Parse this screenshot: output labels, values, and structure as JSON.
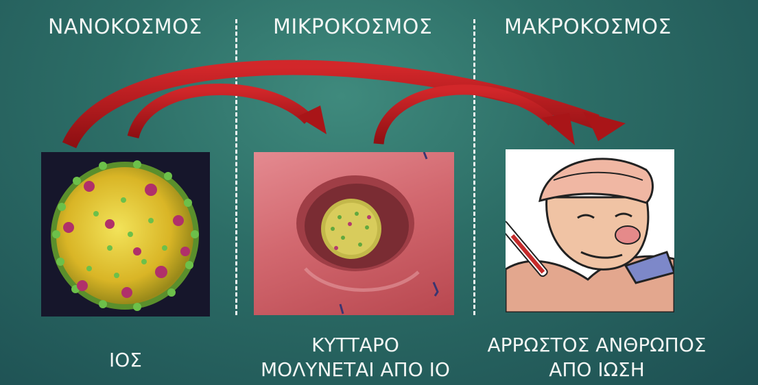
{
  "headers": {
    "nano": "ΝΑΝΟΚΟΣΜΟΣ",
    "micro": "ΜΙΚΡΟΚΟΣΜΟΣ",
    "macro": "ΜΑΚΡΟΚΟΣΜΟΣ"
  },
  "captions": {
    "nano": [
      "ΙΟΣ"
    ],
    "micro": [
      "ΚΥΤΤΑΡΟ",
      "ΜΟΛΥΝΕΤΑΙ ΑΠΟ ΙΟ"
    ],
    "macro": [
      "ΑΡΡΩΣΤΟΣ ΑΝΘΡΩΠΟΣ",
      "ΑΠΟ ΙΩΣΗ"
    ]
  },
  "images": {
    "nano": "virus-particle",
    "micro": "cell-being-infected-by-virus",
    "macro": "sick-person-with-thermometer"
  },
  "colors": {
    "background": "#2c6d66",
    "arrow": "#b3171a",
    "text": "#f3f6f4",
    "divider": "#f2f2f2"
  }
}
